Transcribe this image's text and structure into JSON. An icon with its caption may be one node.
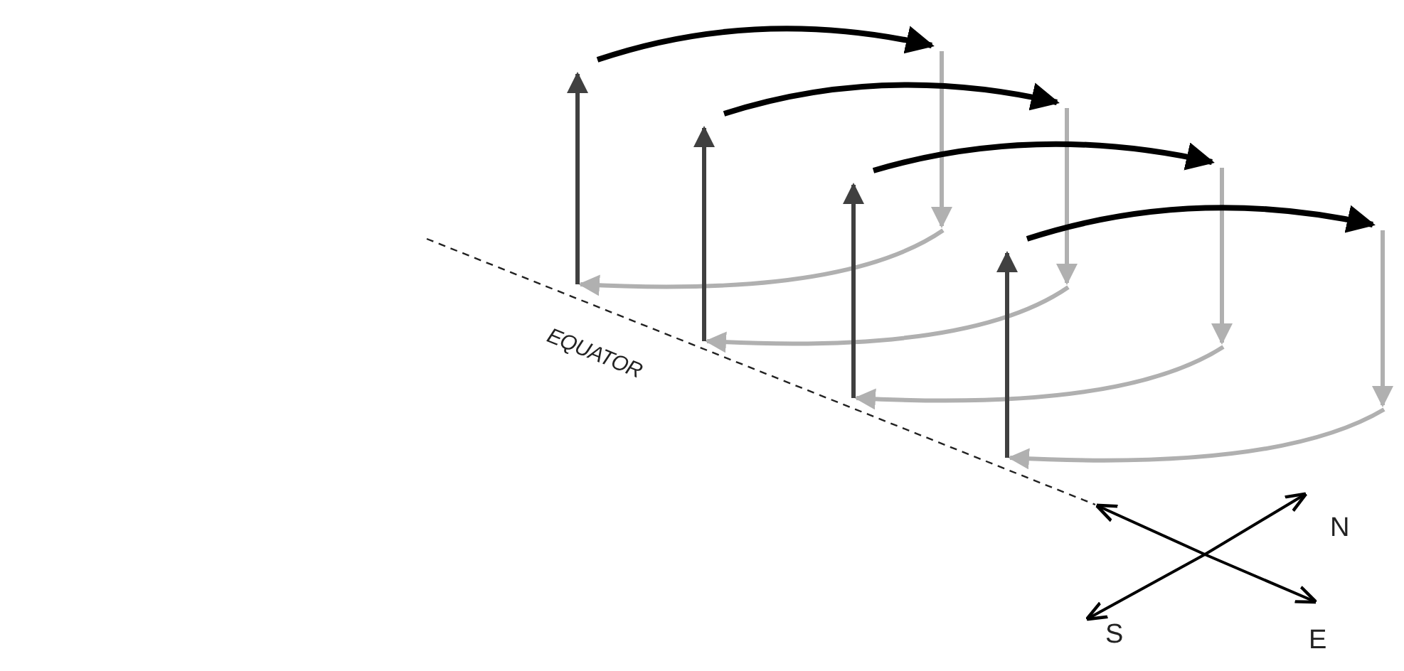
{
  "diagram": {
    "labels": [
      "EQUATOR",
      "N",
      "S",
      "E"
    ]
  }
}
